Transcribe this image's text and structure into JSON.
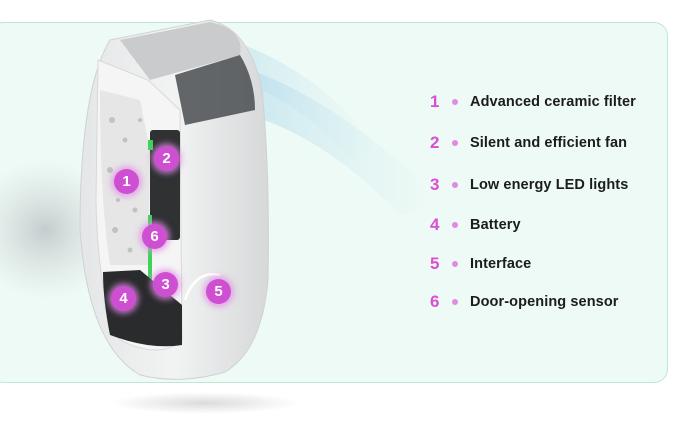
{
  "features": [
    {
      "number": "1",
      "label": "Advanced ceramic filter"
    },
    {
      "number": "2",
      "label": "Silent and efficient fan"
    },
    {
      "number": "3",
      "label": "Low energy LED lights"
    },
    {
      "number": "4",
      "label": "Battery"
    },
    {
      "number": "5",
      "label": "Interface"
    },
    {
      "number": "6",
      "label": "Door-opening sensor"
    }
  ],
  "colors": {
    "accent": "#d94fd6",
    "background": "#eefaf5",
    "border": "#bfe8d2",
    "led": "#3fd35a"
  }
}
